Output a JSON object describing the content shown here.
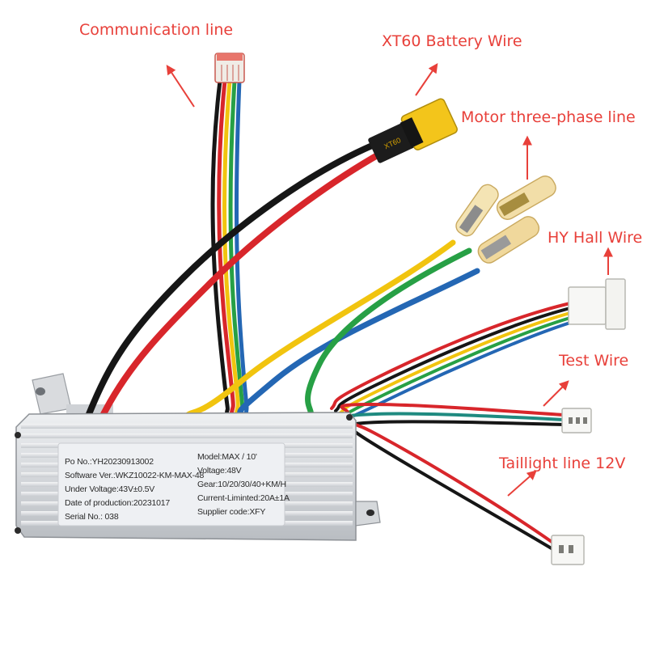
{
  "callouts": {
    "communication": "Communication line",
    "battery": "XT60 Battery Wire",
    "motor": "Motor three-phase line",
    "hall": "HY Hall Wire",
    "test": "Test Wire",
    "taillight": "Taillight line 12V"
  },
  "label": {
    "po_no": "Po No.:YH20230913002",
    "software": "Software Ver.:WKZ10022-KM-MAX-48",
    "under_voltage": "Under Voltage:43V±0.5V",
    "production_date": "Date of production:20231017",
    "serial": "Serial No.:  038",
    "model": "Model:MAX / 10'",
    "voltage": "Voltage:48V",
    "gear": "Gear:10/20/30/40+KM/H",
    "current": "Current-Liminted:20A±1A",
    "supplier": "Supplier code:XFY"
  },
  "connector_marking": "XT60",
  "colors": {
    "callout": "#e8403a",
    "wire_red": "#d8262b",
    "wire_black": "#161616",
    "wire_yellow": "#f1c40f",
    "wire_green": "#27a045",
    "wire_blue": "#2467b4",
    "connector_yellow": "#f3c51b"
  }
}
